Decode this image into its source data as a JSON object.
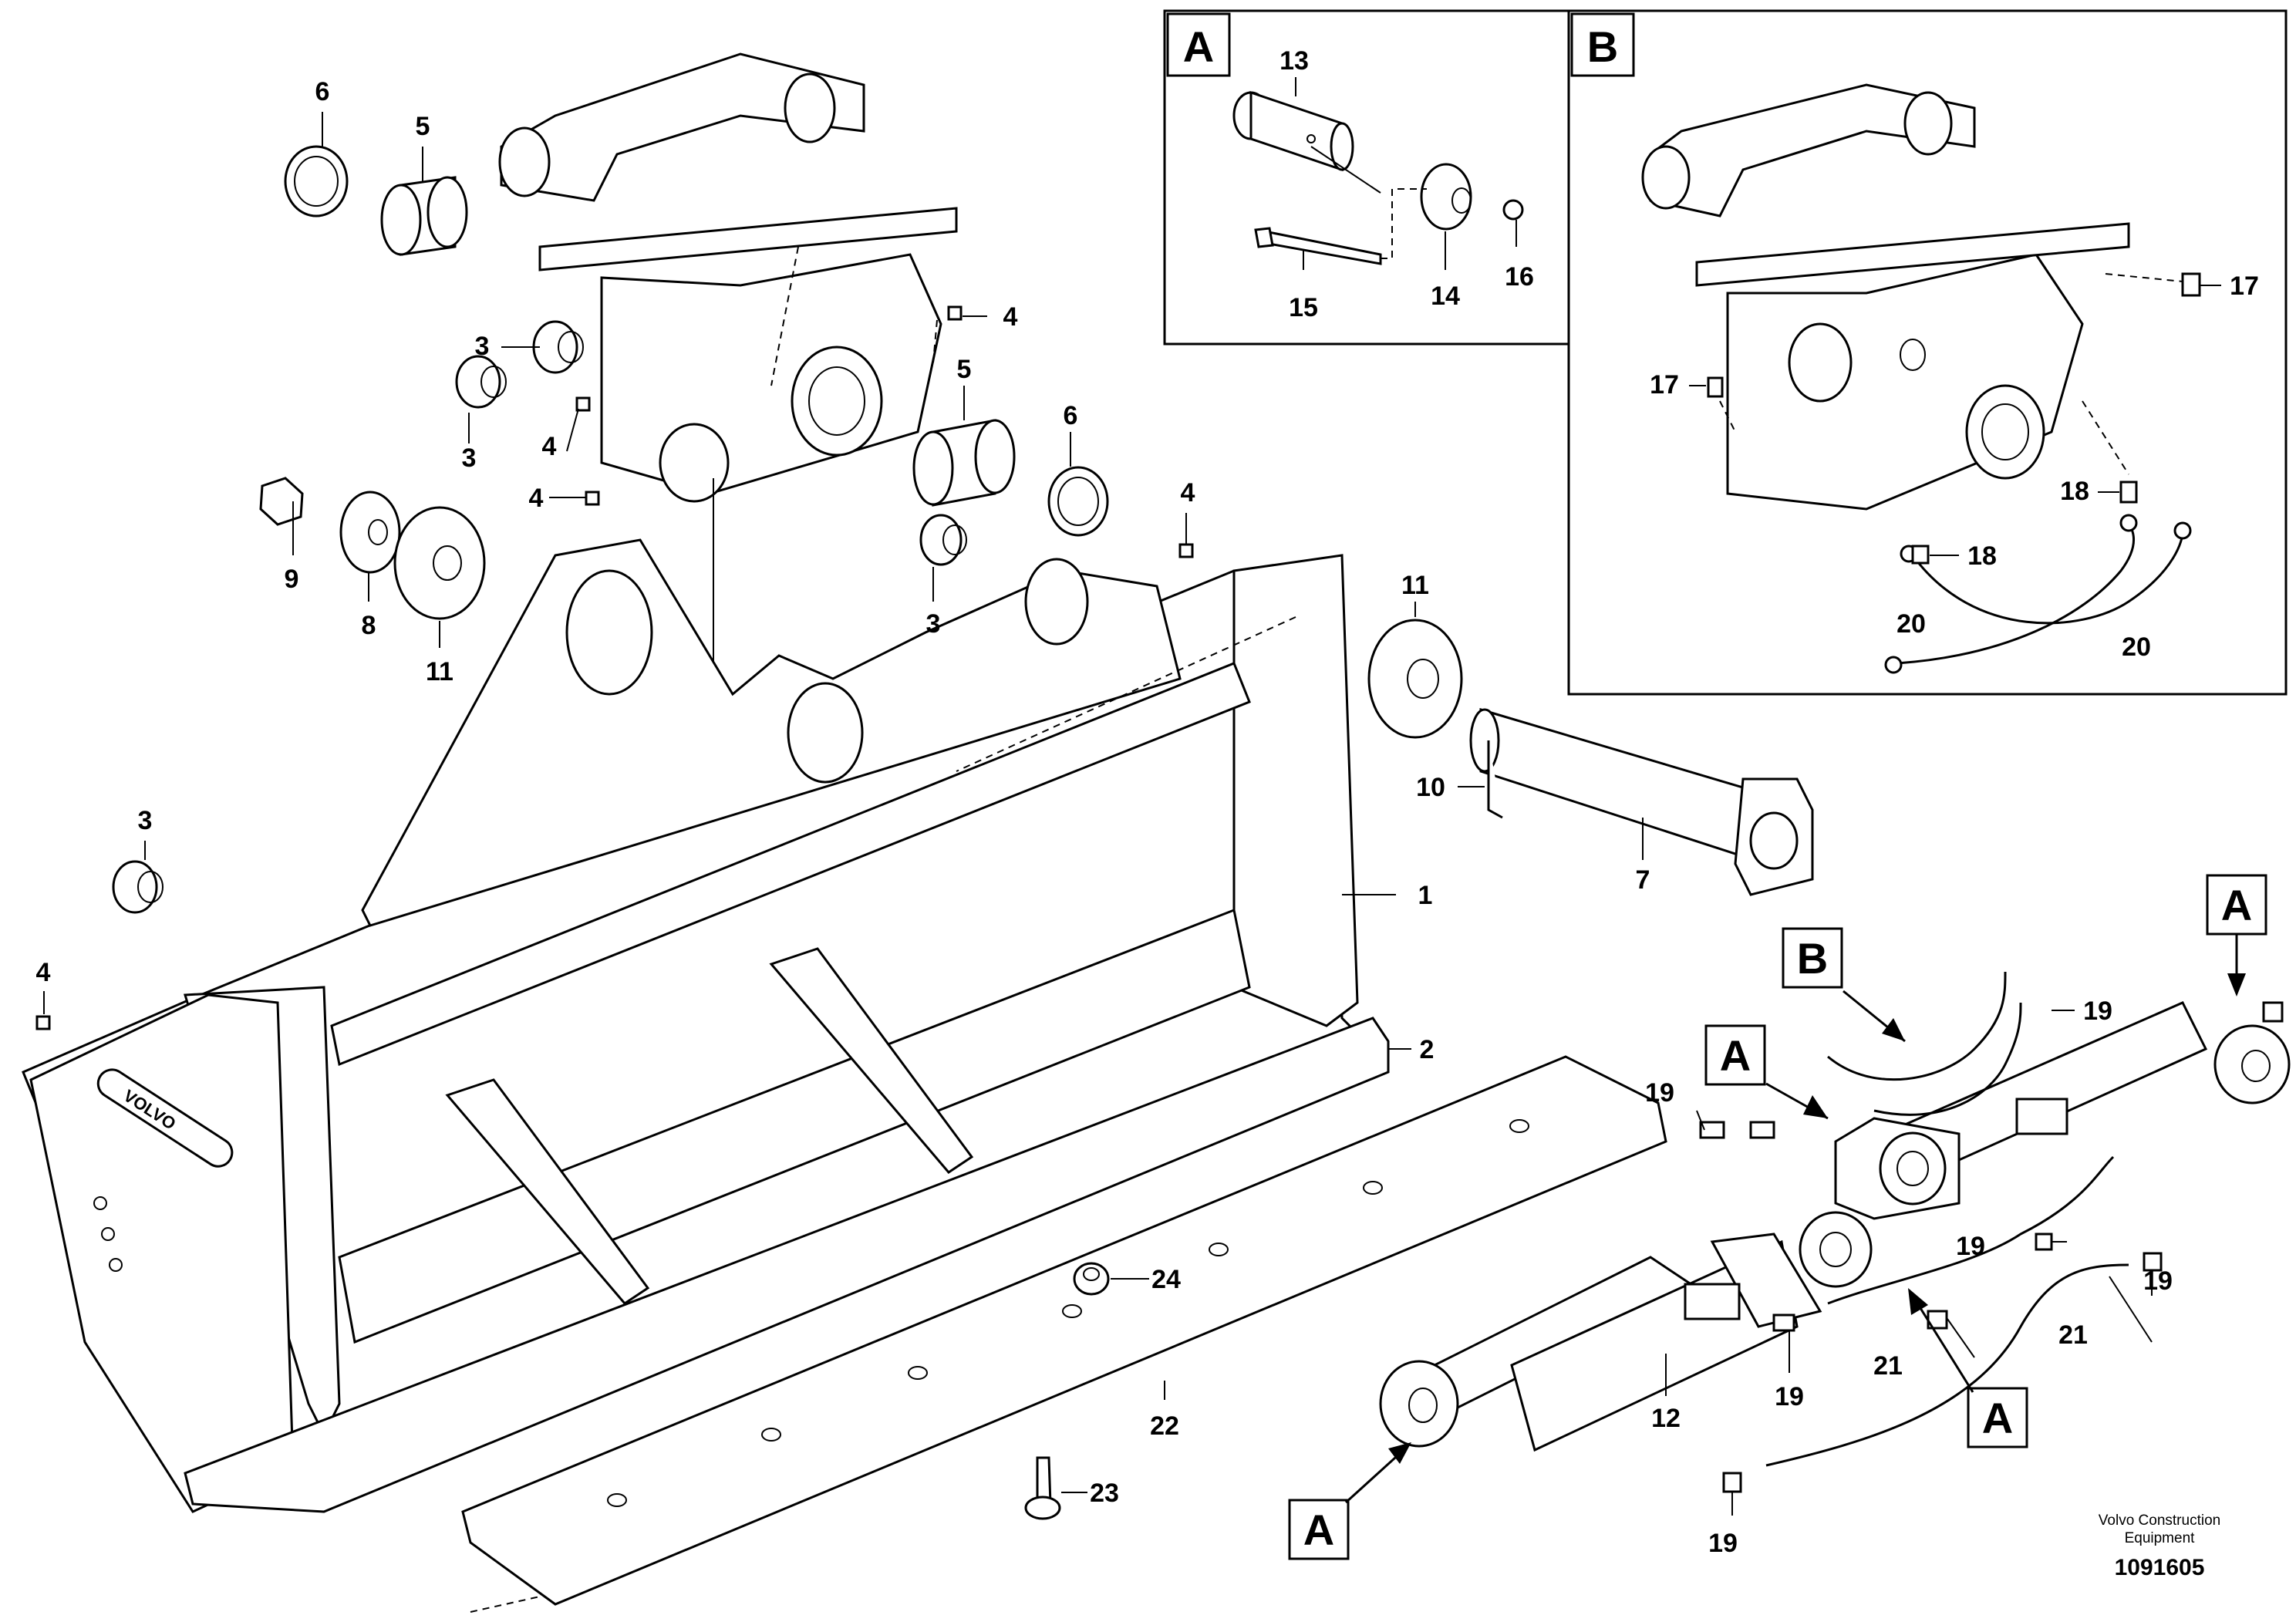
{
  "diagram": {
    "part_numbers": [
      "1",
      "2",
      "3",
      "4",
      "5",
      "6",
      "7",
      "8",
      "9",
      "10",
      "11",
      "12",
      "13",
      "14",
      "15",
      "16",
      "17",
      "18",
      "19",
      "20",
      "21",
      "22",
      "23",
      "24"
    ],
    "detail_letters": [
      "A",
      "B"
    ],
    "callouts": {
      "n6a": "6",
      "n5a": "5",
      "n4a": "4",
      "n3a": "3",
      "n3b": "3",
      "n4b": "4",
      "n4c": "4",
      "n5b": "5",
      "n6b": "6",
      "n9": "9",
      "n8": "8",
      "n11a": "11",
      "n4d": "4",
      "n3c": "3",
      "n11b": "11",
      "n10": "10",
      "n7": "7",
      "n1": "1",
      "n3d": "3",
      "n4e": "4",
      "n2": "2",
      "n24": "24",
      "n22": "22",
      "n23": "23",
      "n13": "13",
      "n14": "14",
      "n15": "15",
      "n16": "16",
      "n17a": "17",
      "n17b": "17",
      "n18a": "18",
      "n18b": "18",
      "n20a": "20",
      "n20b": "20",
      "n19a": "19",
      "n19b": "19",
      "n19c": "19",
      "n19d": "19",
      "n19e": "19",
      "n19f": "19",
      "n21a": "21",
      "n21b": "21",
      "n12": "12"
    },
    "detail_boxes": {
      "a_label": "A",
      "b_label": "B"
    },
    "pointer_labels": {
      "B": "B",
      "A_mid": "A",
      "A_right": "A",
      "A_lower_right": "A",
      "A_lower_left": "A"
    },
    "bucket_brand": "VOLVO"
  },
  "footer": {
    "company_line1": "Volvo Construction",
    "company_line2": "Equipment",
    "drawing_id": "1091605"
  }
}
